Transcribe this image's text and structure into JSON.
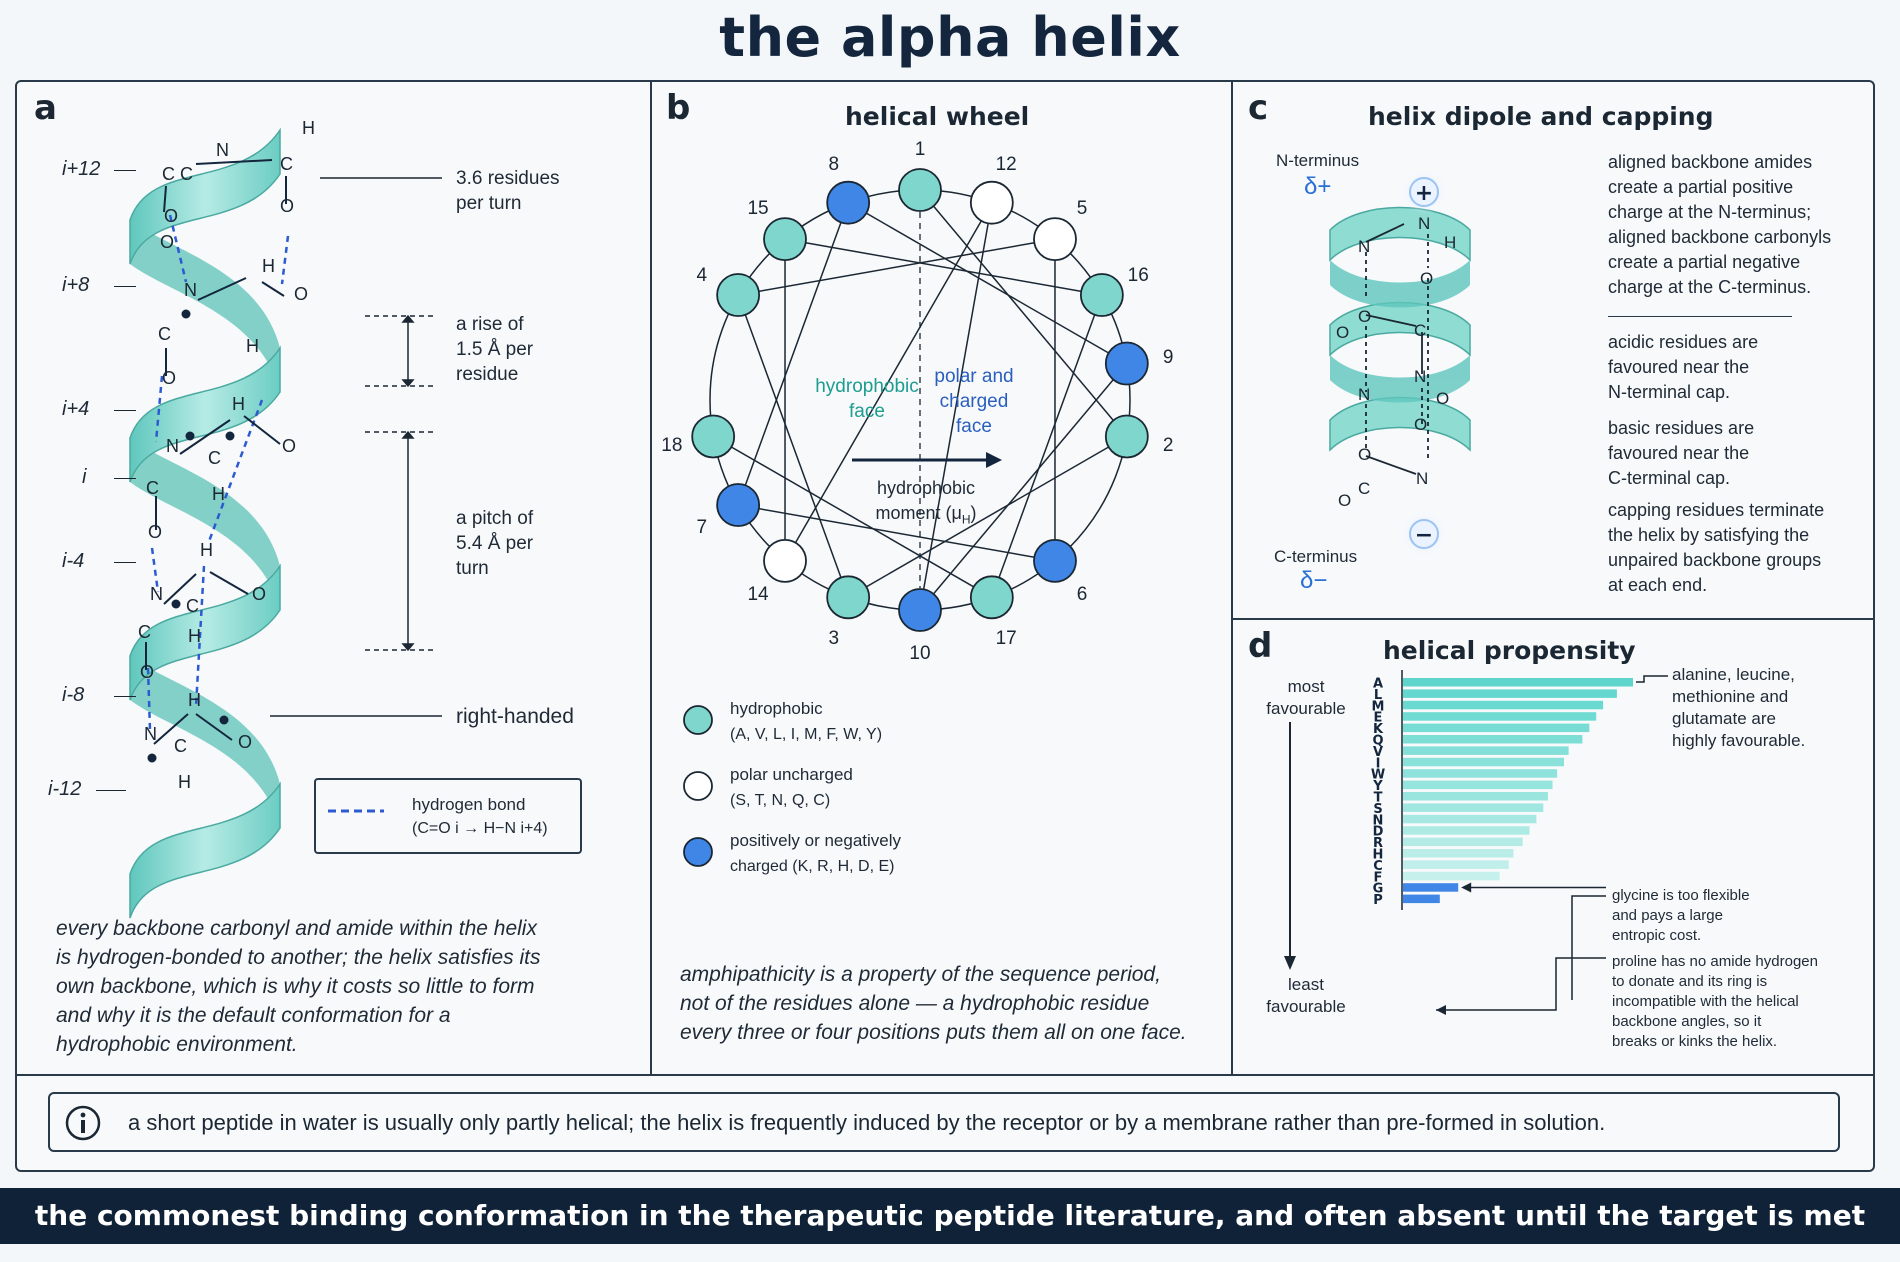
{
  "title": "the alpha helix",
  "footer": "the commonest binding conformation in the therapeutic peptide literature, and often absent until the target is met",
  "note": "a short peptide in water is usually only partly helical; the helix is frequently induced by the receptor or by a membrane rather than pre-formed in solution.",
  "colors": {
    "hydrophobic": "#7fd6cc",
    "polar": "#ffffff",
    "charged": "#3f86e6",
    "ribbon": "#8fdcd3",
    "dark": "#13263d"
  },
  "panel_a": {
    "label": "a",
    "positions": [
      "i+12",
      "i+8",
      "i+4",
      "i",
      "i-4",
      "i-8",
      "i-12"
    ],
    "annot_turn": [
      "3.6 residues",
      "per turn"
    ],
    "annot_rise": [
      "a rise of",
      "1.5 Å per",
      "residue"
    ],
    "annot_pitch": [
      "a pitch of",
      "5.4 Å per",
      "turn"
    ],
    "annot_hand": "right-handed",
    "legend_label": "hydrogen bond",
    "legend_sub": "(C=O i → H−N i+4)",
    "caption": [
      "every backbone carbonyl and amide within the helix",
      "is hydrogen-bonded to another; the helix satisfies its",
      "own backbone, which is why it costs so little to form",
      "and why it is the default conformation for a",
      "hydrophobic environment."
    ]
  },
  "panel_b": {
    "label": "b",
    "title": "helical wheel",
    "wheel": [
      {
        "n": "1",
        "type": "hydrophobic"
      },
      {
        "n": "2",
        "type": "hydrophobic"
      },
      {
        "n": "3",
        "type": "hydrophobic"
      },
      {
        "n": "4",
        "type": "hydrophobic"
      },
      {
        "n": "5",
        "type": "polar"
      },
      {
        "n": "6",
        "type": "charged"
      },
      {
        "n": "7",
        "type": "charged"
      },
      {
        "n": "8",
        "type": "charged"
      },
      {
        "n": "9",
        "type": "charged"
      },
      {
        "n": "10",
        "type": "charged"
      },
      {
        "n": "12",
        "type": "polar"
      },
      {
        "n": "14",
        "type": "polar"
      },
      {
        "n": "15",
        "type": "hydrophobic"
      },
      {
        "n": "16",
        "type": "hydrophobic"
      },
      {
        "n": "17",
        "type": "hydrophobic"
      },
      {
        "n": "18",
        "type": "hydrophobic"
      }
    ],
    "face_hydrophobic": [
      "hydrophobic",
      "face"
    ],
    "face_polar": [
      "polar and",
      "charged",
      "face"
    ],
    "moment": [
      "hydrophobic",
      "moment (μ",
      "H",
      ")"
    ],
    "legend": [
      {
        "type": "hydrophobic",
        "line1": "hydrophobic",
        "line2": "(A, V, L, I, M, F, W, Y)"
      },
      {
        "type": "polar",
        "line1": "polar uncharged",
        "line2": "(S, T, N, Q, C)"
      },
      {
        "type": "charged",
        "line1": "positively or negatively",
        "line2": "charged (K, R, H, D, E)"
      }
    ],
    "caption": [
      "amphipathicity is a property of the sequence period,",
      "not of the residues alone — a hydrophobic residue",
      "every three or four positions puts them all on one face."
    ]
  },
  "panel_c": {
    "label": "c",
    "title": "helix dipole and capping",
    "n_terminus": "N-terminus",
    "delta_plus": "δ+",
    "c_terminus": "C-terminus",
    "delta_minus": "δ−",
    "plus": "+",
    "minus": "−",
    "text1": [
      "aligned backbone amides",
      "create a partial positive",
      "charge at the N-terminus;",
      "aligned backbone carbonyls",
      "create a partial negative",
      "charge at the C-terminus."
    ],
    "text2": [
      "acidic residues are",
      "favoured near the",
      "N-terminal cap."
    ],
    "text3": [
      "basic residues are",
      "favoured near the",
      "C-terminal cap."
    ],
    "text4": [
      "capping residues terminate",
      "the helix by satisfying the",
      "unpaired backbone groups",
      "at each end."
    ]
  },
  "panel_d": {
    "label": "d",
    "title": "helical propensity",
    "most": [
      "most",
      "favourable"
    ],
    "least": [
      "least",
      "favourable"
    ],
    "annot1": [
      "alanine, leucine,",
      "methionine and",
      "glutamate are",
      "highly favourable."
    ],
    "annot2": [
      "glycine is too flexible",
      "and pays a large",
      "entropic cost."
    ],
    "annot3": [
      "proline has no amide hydrogen",
      "to donate and its ring is",
      "incompatible with the helical",
      "backbone angles, so it",
      "breaks or kinks the helix."
    ]
  },
  "chart_data": {
    "type": "bar",
    "title": "helical propensity",
    "categories": [
      "A",
      "L",
      "M",
      "E",
      "K",
      "Q",
      "V",
      "I",
      "W",
      "Y",
      "T",
      "S",
      "N",
      "D",
      "R",
      "H",
      "C",
      "F",
      "G",
      "P"
    ],
    "values": [
      1.0,
      0.93,
      0.87,
      0.84,
      0.81,
      0.78,
      0.72,
      0.7,
      0.67,
      0.65,
      0.63,
      0.61,
      0.58,
      0.55,
      0.52,
      0.48,
      0.46,
      0.42,
      0.24,
      0.16
    ],
    "xlabel": "",
    "ylabel": ""
  }
}
